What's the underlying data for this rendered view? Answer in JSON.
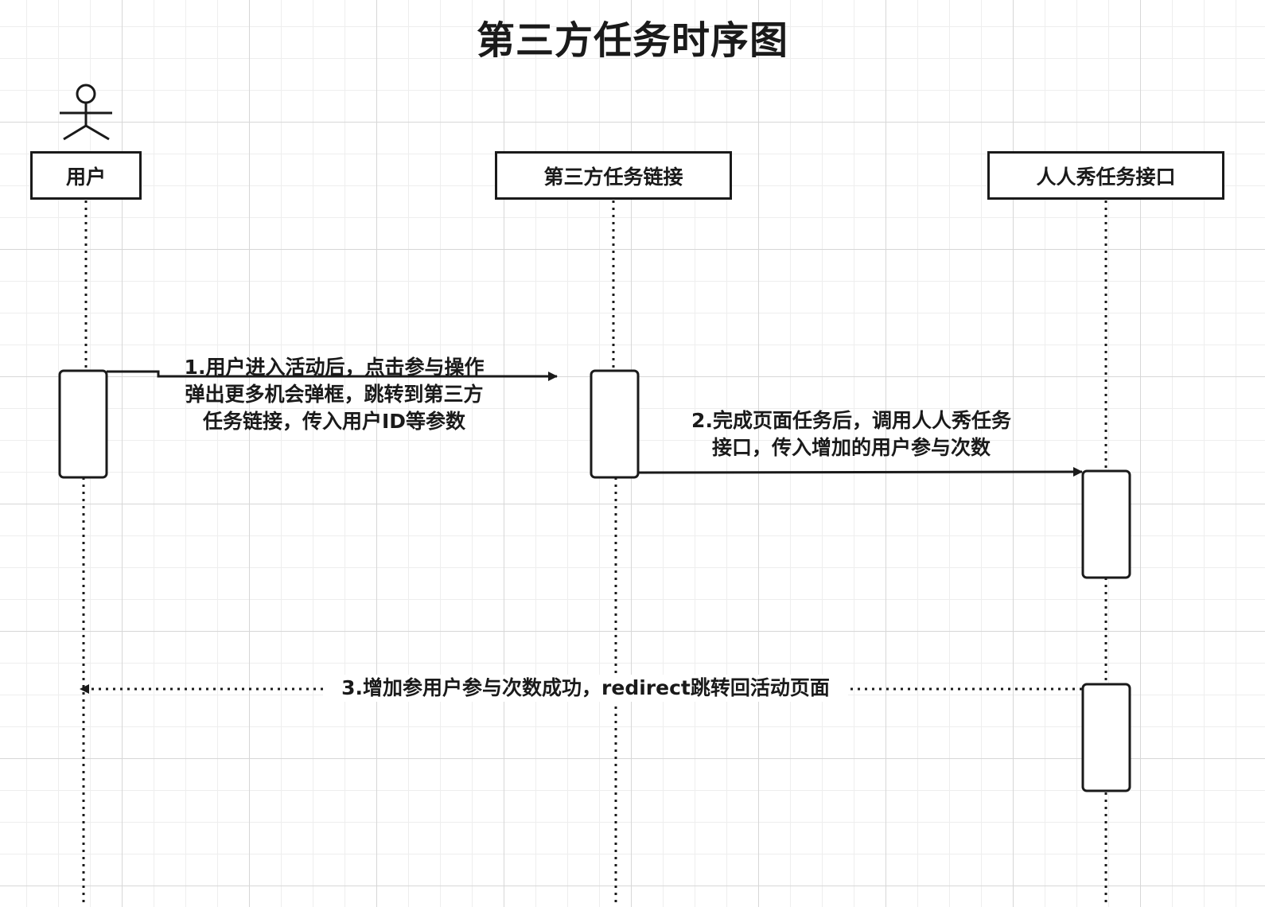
{
  "diagram": {
    "title": "第三方任务时序图",
    "participants": [
      {
        "label": "用户",
        "has_actor_icon": true
      },
      {
        "label": "第三方任务链接",
        "has_actor_icon": false
      },
      {
        "label": "人人秀任务接口",
        "has_actor_icon": false
      }
    ],
    "messages": [
      {
        "from": "用户",
        "to": "第三方任务链接",
        "style": "solid",
        "lines": [
          "1.用户进入活动后，点击参与操作",
          "弹出更多机会弹框，跳转到第三方",
          "任务链接，传入用户ID等参数"
        ]
      },
      {
        "from": "第三方任务链接",
        "to": "人人秀任务接口",
        "style": "solid",
        "lines": [
          "2.完成页面任务后，调用人人秀任务",
          "接口，传入增加的用户参与次数"
        ]
      },
      {
        "from": "人人秀任务接口",
        "to": "用户",
        "style": "dotted",
        "lines": [
          "3.增加参用户参与次数成功，redirect跳转回活动页面"
        ]
      }
    ],
    "colors": {
      "stroke": "#1a1a1a",
      "background": "#ffffff",
      "grid": "#e0e0e0"
    }
  }
}
